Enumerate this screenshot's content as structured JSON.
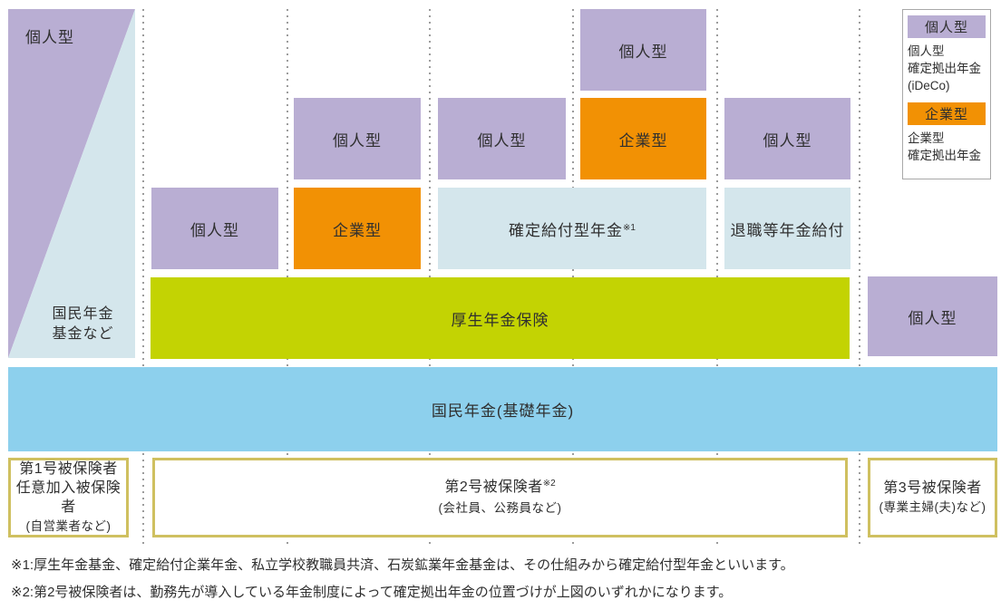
{
  "colors": {
    "personal_purple": "#b9aed3",
    "corporate_orange": "#f29104",
    "pale_blue": "#d4e6ec",
    "kosei_yellow_green": "#c3d303",
    "kokumin_sky_blue": "#8dd0ed",
    "category_border_tan": "#cfc060",
    "divider_dot_gray": "#9c9c9c",
    "text": "#2f2f2f"
  },
  "left_block": {
    "top_label": "個人型",
    "bottom_label_line1": "国民年金",
    "bottom_label_line2": "基金など"
  },
  "boxes": [
    {
      "label": "個人型",
      "type": "purple"
    },
    {
      "label": "個人型",
      "type": "purple"
    },
    {
      "label": "企業型",
      "type": "orange"
    },
    {
      "label": "個人型",
      "type": "purple"
    },
    {
      "label": "確定給付型年金",
      "sup": "※1",
      "type": "pale"
    },
    {
      "label": "個人型",
      "type": "purple"
    },
    {
      "label": "企業型",
      "type": "orange"
    },
    {
      "label": "個人型",
      "type": "purple"
    },
    {
      "label": "退職等年金給付",
      "type": "pale"
    },
    {
      "label": "個人型",
      "type": "purple"
    }
  ],
  "bars": {
    "kosei": {
      "label": "厚生年金保険"
    },
    "kokumin": {
      "label": "国民年金(基礎年金)"
    }
  },
  "categories": [
    {
      "line1": "第1号被保険者",
      "line2": "任意加入被保険者",
      "line3": "(自営業者など)"
    },
    {
      "line1": "第2号被保険者",
      "sup": "※2",
      "line2": "(会社員、公務員など)"
    },
    {
      "line1": "第3号被保険者",
      "line2": "(専業主婦(夫)など)"
    }
  ],
  "legend": {
    "items": [
      {
        "chip": "個人型",
        "desc1": "個人型",
        "desc2": "確定拠出年金",
        "desc3": "(iDeCo)"
      },
      {
        "chip": "企業型",
        "desc1": "企業型",
        "desc2": "確定拠出年金"
      }
    ]
  },
  "footnotes": [
    "※1:厚生年金基金、確定給付企業年金、私立学校教職員共済、石炭鉱業年金基金は、その仕組みから確定給付型年金といいます。",
    "※2:第2号被保険者は、勤務先が導入している年金制度によって確定拠出年金の位置づけが上図のいずれかになります。"
  ]
}
